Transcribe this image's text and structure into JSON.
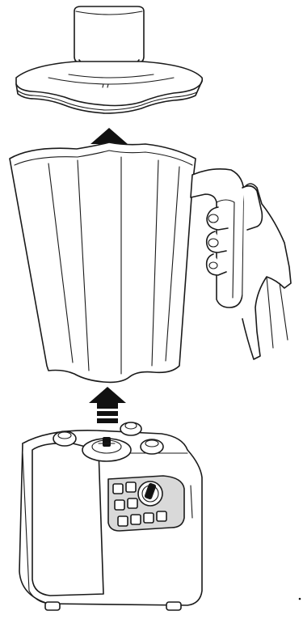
{
  "diagram": {
    "components": [
      "lid-cap",
      "lid",
      "jug",
      "hand",
      "motor-base",
      "control-panel"
    ],
    "arrows": [
      {
        "direction": "up"
      },
      {
        "direction": "up"
      }
    ],
    "colors": {
      "ink": "#1a1a1a",
      "panel_shading": "#d9d9d9",
      "arrow_fill": "#111111",
      "background": "#ffffff"
    }
  }
}
